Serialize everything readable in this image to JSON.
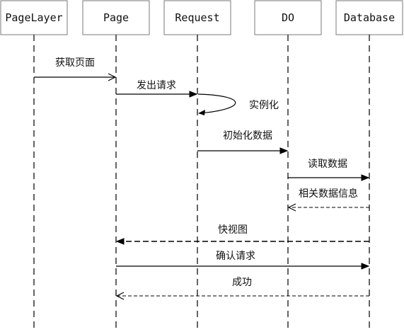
{
  "participants": [
    {
      "id": "pagelayer",
      "label": "PageLayer"
    },
    {
      "id": "page",
      "label": "Page"
    },
    {
      "id": "request",
      "label": "Request"
    },
    {
      "id": "do",
      "label": "DO"
    },
    {
      "id": "database",
      "label": "Database"
    }
  ],
  "messages": [
    {
      "id": "get-page",
      "label": "获取页面",
      "from": "pagelayer",
      "to": "page",
      "style": "solid",
      "arrow": "open"
    },
    {
      "id": "send-request",
      "label": "发出请求",
      "from": "page",
      "to": "request",
      "style": "solid",
      "arrow": "filled"
    },
    {
      "id": "instantiate",
      "label": "实例化",
      "from": "request",
      "to": "request",
      "style": "solid",
      "arrow": "filled",
      "self": true
    },
    {
      "id": "init-data",
      "label": "初始化数据",
      "from": "request",
      "to": "do",
      "style": "solid",
      "arrow": "filled"
    },
    {
      "id": "read-data",
      "label": "读取数据",
      "from": "do",
      "to": "database",
      "style": "solid",
      "arrow": "filled"
    },
    {
      "id": "related-data",
      "label": "相关数据信息",
      "from": "database",
      "to": "do",
      "style": "dashed",
      "arrow": "open"
    },
    {
      "id": "snapshot",
      "label": "快视图",
      "from": "database",
      "to": "page",
      "style": "dashed-bold",
      "arrow": "filled"
    },
    {
      "id": "confirm-request",
      "label": "确认请求",
      "from": "page",
      "to": "database",
      "style": "solid",
      "arrow": "filled"
    },
    {
      "id": "success",
      "label": "成功",
      "from": "database",
      "to": "page",
      "style": "dashed",
      "arrow": "open"
    }
  ]
}
